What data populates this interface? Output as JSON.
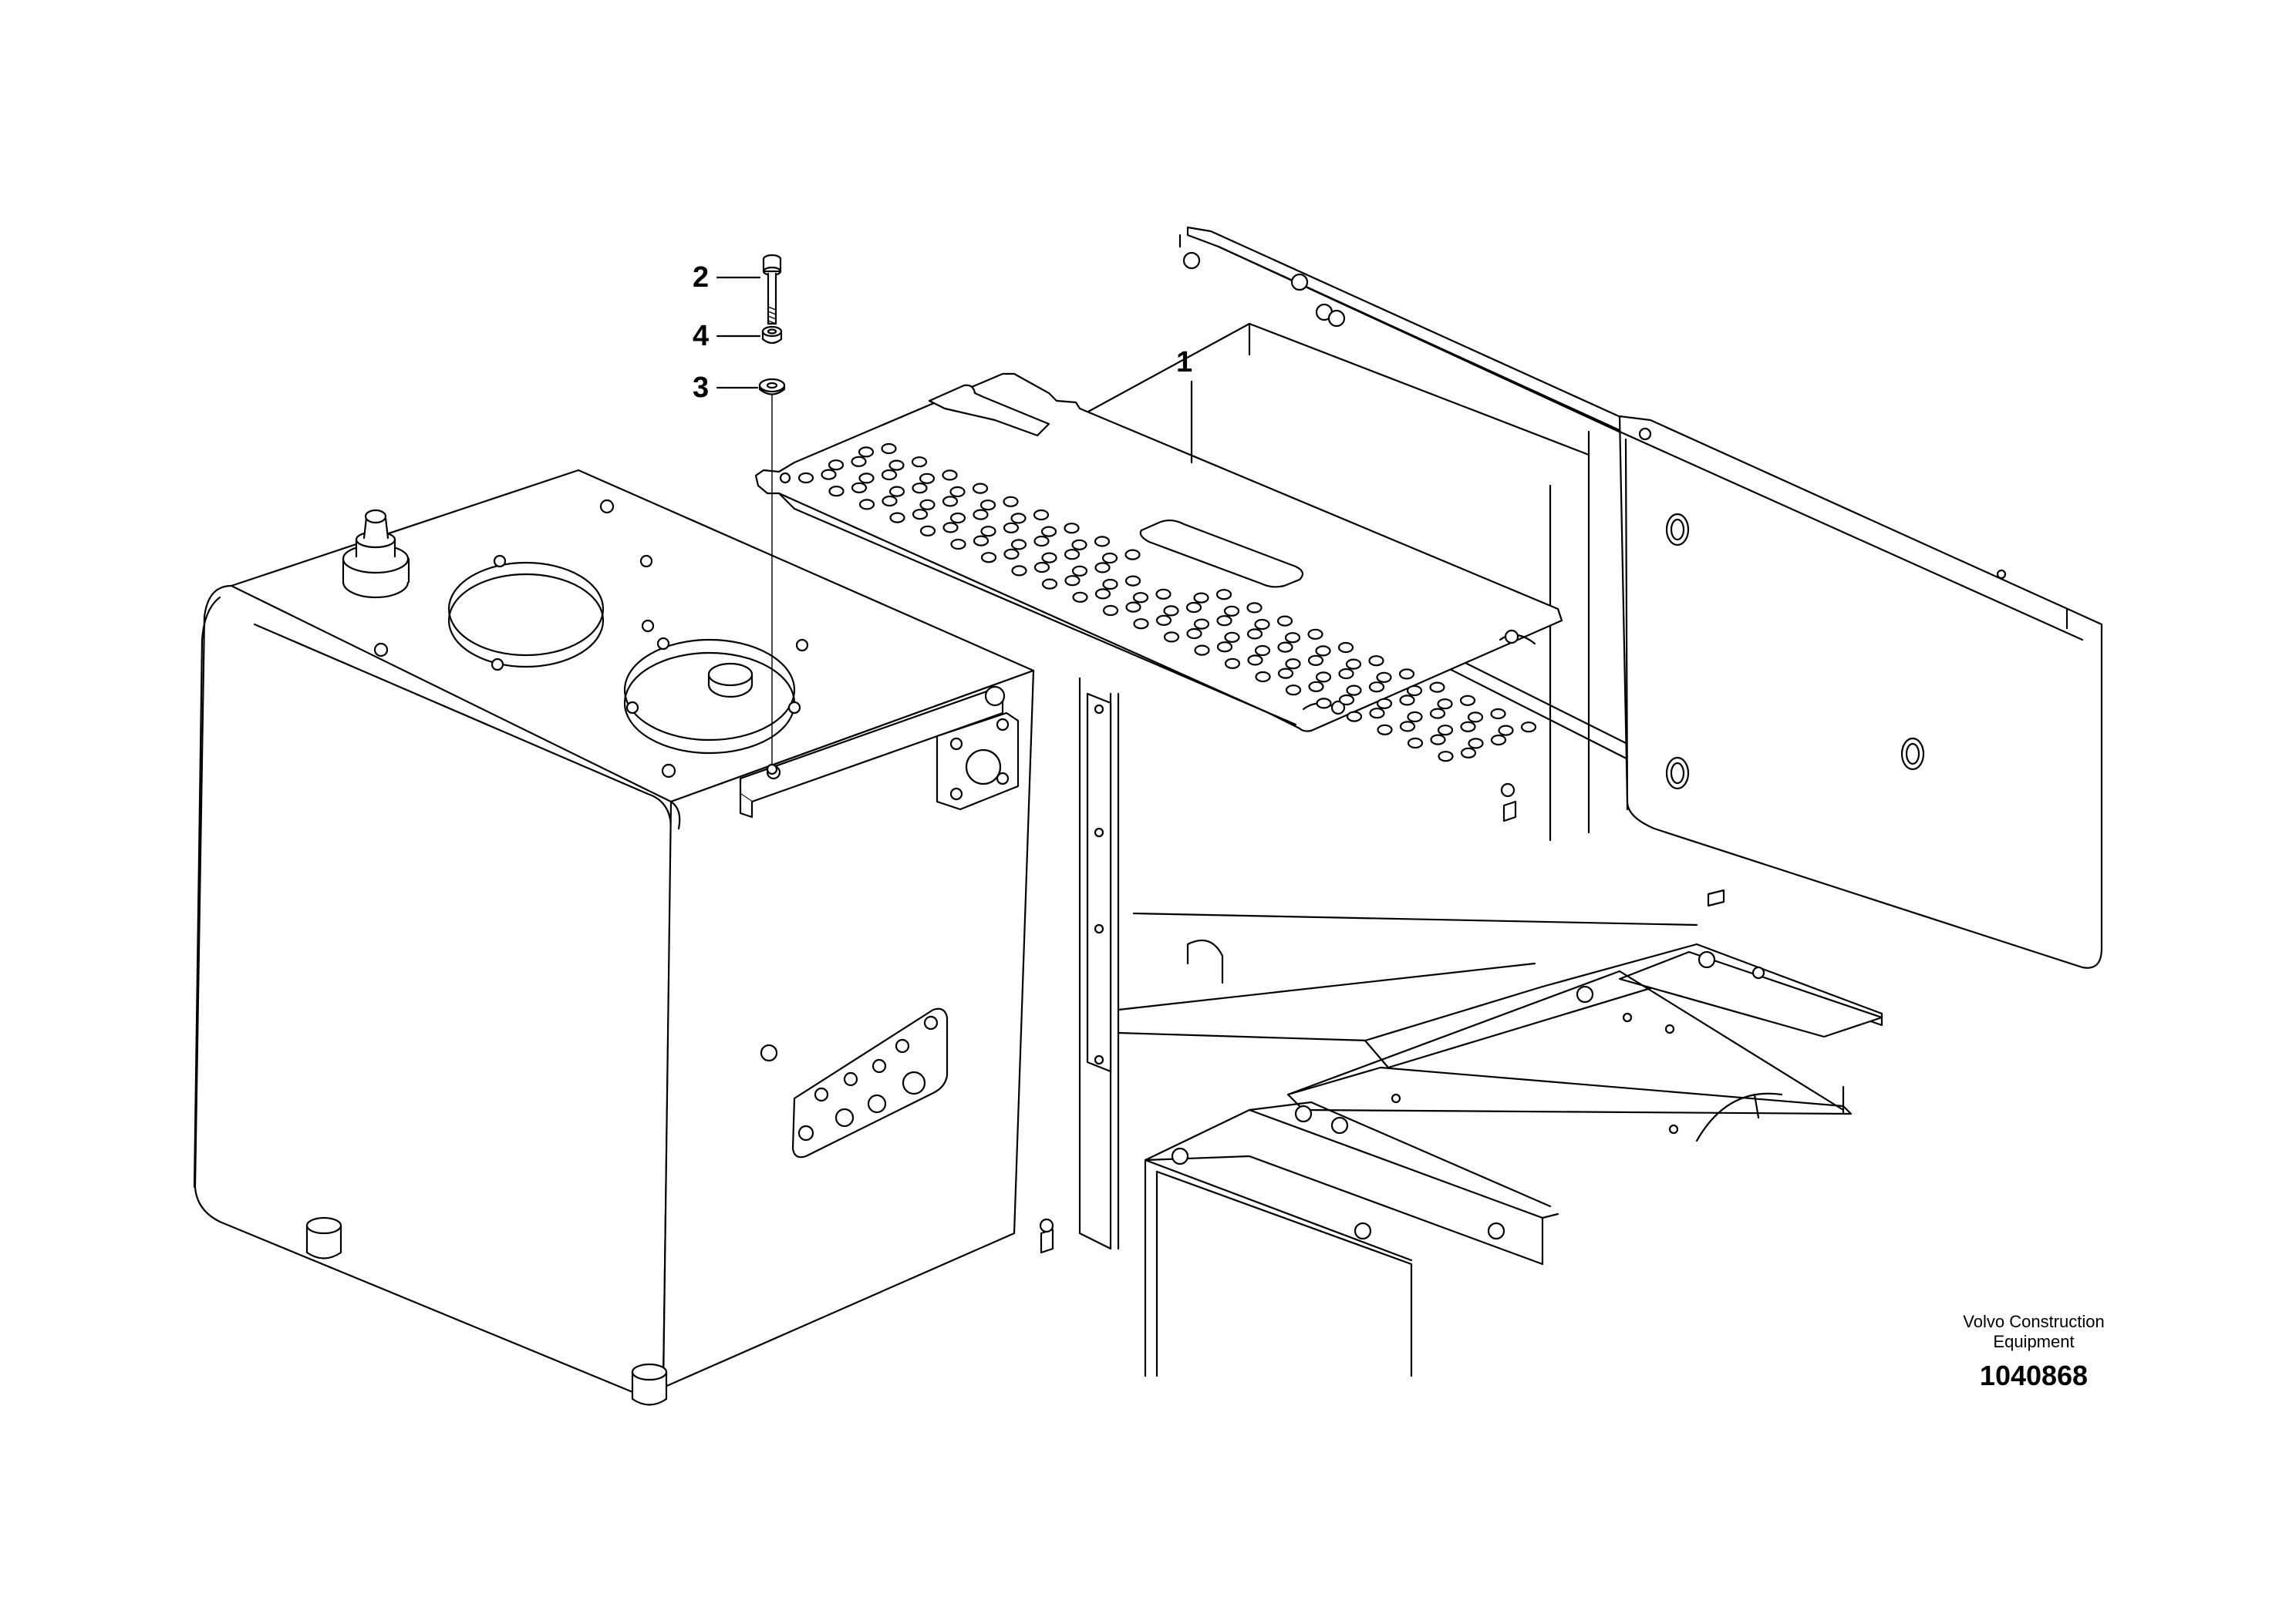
{
  "callouts": [
    {
      "id": "1",
      "label": "1"
    },
    {
      "id": "2",
      "label": "2"
    },
    {
      "id": "3",
      "label": "3"
    },
    {
      "id": "4",
      "label": "4"
    }
  ],
  "brand": {
    "line1": "Volvo Construction",
    "line2": "Equipment"
  },
  "document_number": "1040868"
}
